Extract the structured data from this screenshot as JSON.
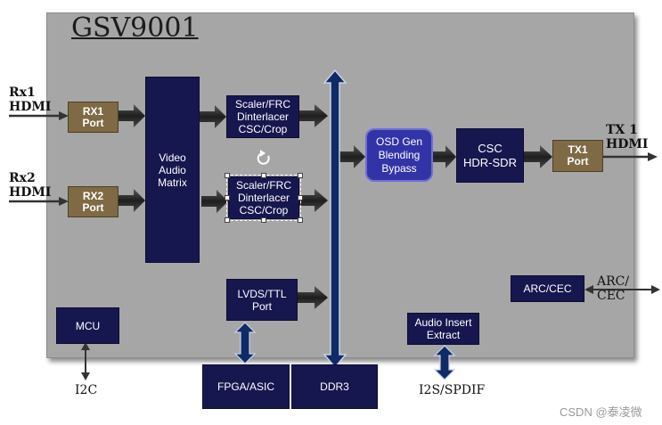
{
  "chip": {
    "title": "GSV9001"
  },
  "inputs": [
    {
      "name_line1": "Rx1",
      "name_line2": "HDMI",
      "port_line1": "RX1",
      "port_line2": "Port"
    },
    {
      "name_line1": "Rx2",
      "name_line2": "HDMI",
      "port_line1": "RX2",
      "port_line2": "Port"
    }
  ],
  "matrix": {
    "line1": "Video",
    "line2": "Audio",
    "line3": "Matrix"
  },
  "scaler1": {
    "line1": "Scaler/FRC",
    "line2": "Dinterlacer",
    "line3": "CSC/Crop"
  },
  "scaler2": {
    "line1": "Scaler/FRC",
    "line2": "Dinterlacer",
    "line3": "CSC/Crop"
  },
  "lvds": {
    "line1": "LVDS/TTL",
    "line2": "Port"
  },
  "osd": {
    "line1": "OSD Gen",
    "line2": "Blending",
    "line3": "Bypass"
  },
  "csc": {
    "line1": "CSC",
    "line2": "HDR-SDR"
  },
  "tx": {
    "port_line1": "TX1",
    "port_line2": "Port",
    "label_line1": "TX 1",
    "label_line2": "HDMI"
  },
  "arc": {
    "box": "ARC/CEC",
    "label_line1": "ARC/",
    "label_line2": "CEC"
  },
  "mcu": {
    "box": "MCU",
    "label": "I2C"
  },
  "audio": {
    "line1": "Audio Insert",
    "line2": "Extract",
    "label": "I2S/SPDIF"
  },
  "fpga": {
    "label": "FPGA/ASIC"
  },
  "ddr": {
    "label": "DDR3"
  },
  "watermark": "CSDN @泰凌微",
  "colors": {
    "chip_bg": "#a6a6a6",
    "block": "#17174f",
    "port": "#7f6a45",
    "osd": "#3333a8",
    "bus": "#0f2a66"
  }
}
